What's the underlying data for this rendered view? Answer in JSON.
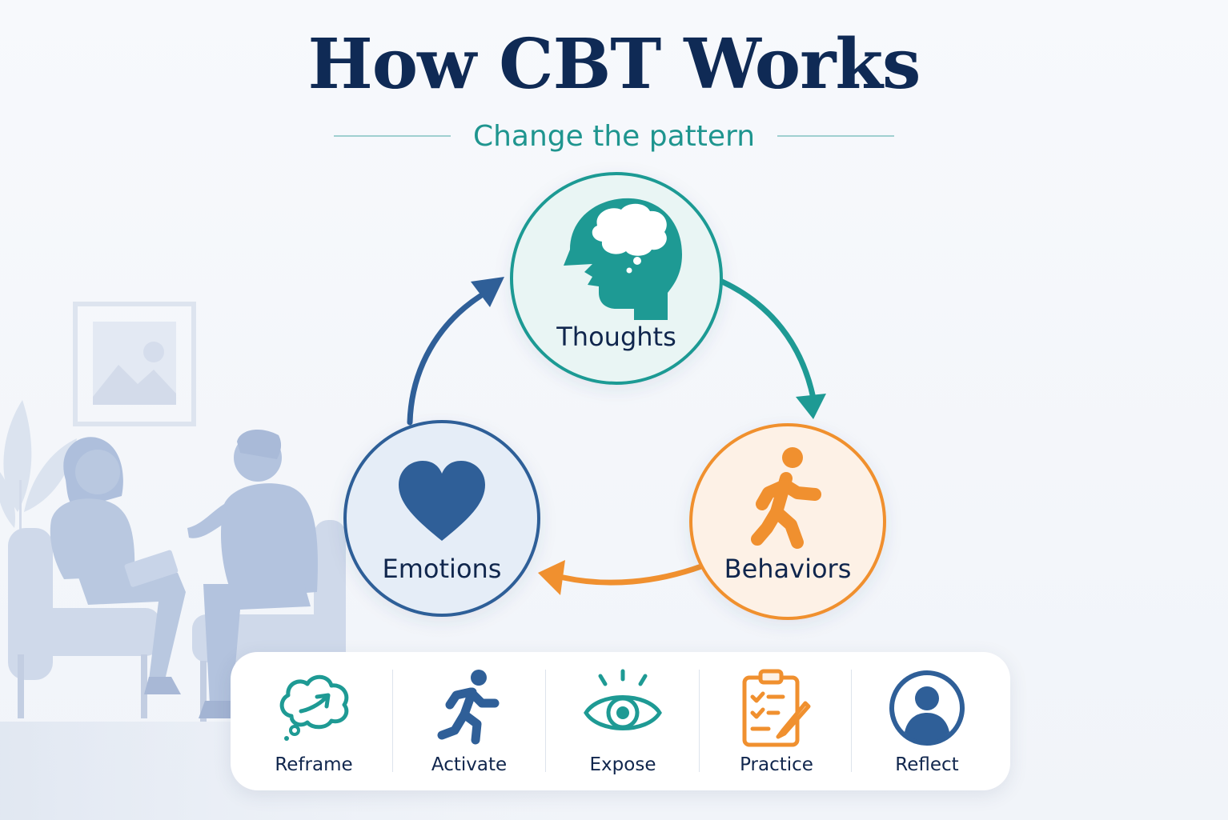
{
  "header": {
    "title": "How CBT Works",
    "subtitle": "Change the pattern"
  },
  "cycle": {
    "nodes": [
      {
        "id": "thoughts",
        "label": "Thoughts",
        "icon": "head-thought-icon",
        "color": "#1e9a94"
      },
      {
        "id": "behaviors",
        "label": "Behaviors",
        "icon": "walking-person-icon",
        "color": "#f0902f"
      },
      {
        "id": "emotions",
        "label": "Emotions",
        "icon": "heart-icon",
        "color": "#2f5f98"
      }
    ],
    "arrows": [
      {
        "from": "thoughts",
        "to": "behaviors",
        "color": "#1e9a94"
      },
      {
        "from": "behaviors",
        "to": "emotions",
        "color": "#f0902f"
      },
      {
        "from": "emotions",
        "to": "thoughts",
        "color": "#2f5f98"
      }
    ]
  },
  "techniques": [
    {
      "label": "Reframe",
      "icon": "thought-cloud-arrow-icon"
    },
    {
      "label": "Activate",
      "icon": "running-person-icon"
    },
    {
      "label": "Expose",
      "icon": "eye-icon"
    },
    {
      "label": "Practice",
      "icon": "clipboard-checklist-icon"
    },
    {
      "label": "Reflect",
      "icon": "person-circle-icon"
    }
  ],
  "colors": {
    "navy": "#0f2a55",
    "teal": "#1e9a94",
    "orange": "#f0902f",
    "blue": "#2f5f98"
  }
}
